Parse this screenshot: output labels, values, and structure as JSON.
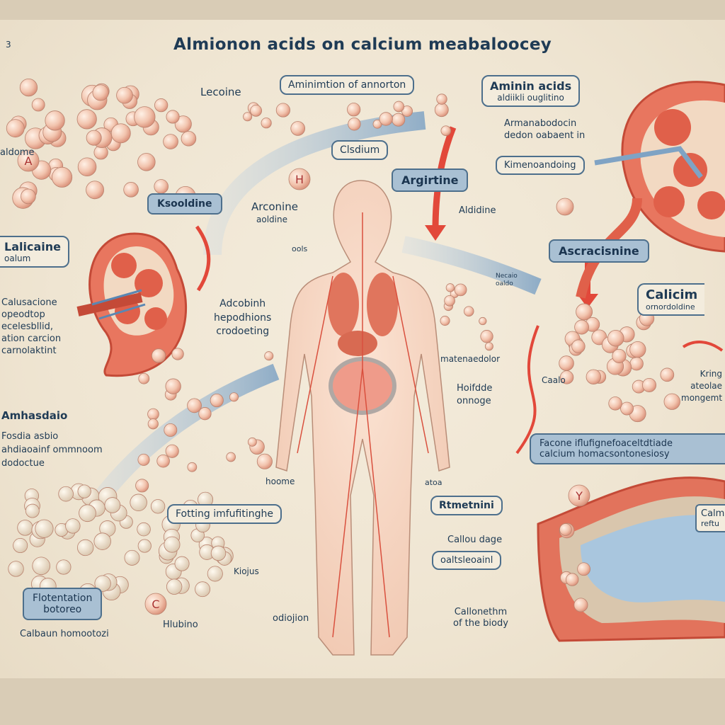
{
  "page_number": "3",
  "title": "Almionon acids    on calcium meabaloocey",
  "colors": {
    "paper": "#efe5d2",
    "ink": "#1f3b55",
    "organ_red": "#e0604a",
    "box_blue": "#a9c0d3",
    "arrow_blue": "#8fb0cb",
    "arrow_red": "#e2483a"
  },
  "labels": {
    "leucine": "Lecoine",
    "amin_annotation": "Aminimtion of annorton",
    "amino_acids_title": "Aminin acids",
    "amino_acids_sub": "aldiikli ouglitino",
    "aminoab_1": "Armanabodocin",
    "aminoab_2": "dedon oabaent in",
    "kidney_box": "Kimenoandoing",
    "calcium_box": "Clsdium",
    "arginine": "Argirtine",
    "kscoidine": "Ksooldine",
    "arconine": "Arconine",
    "arconine_sub": "aoldine",
    "aldiine": "Aldidine",
    "asc": "Ascracisnine",
    "adome": "aldome",
    "lalicaine": "Lalicaine",
    "lalicaine_sub": "oalum",
    "left_para": [
      "Calusacione",
      "opeodtop",
      "ecelesbllid,",
      "ation carcion",
      "carnolaktint"
    ],
    "adcobinh": [
      "Adcobinh",
      "hepodhions",
      "crodoeting"
    ],
    "cols": "ools",
    "mid_small": [
      "Necaio",
      "oaldo"
    ],
    "calicim": "Calicim",
    "calicim_sub": "ornordoldine",
    "metabo": "matenaedolor",
    "hofdde": [
      "Hoifdde",
      "onnoge"
    ],
    "coalo": "Caalo",
    "kring": [
      "Kring",
      "ateolae",
      "mongemt"
    ],
    "amhasdalo": "Amhasdaio",
    "amh_para": [
      "Fosdia asbio",
      "ahdiaoainf ommnoom",
      "dodoctue"
    ],
    "factors_box": [
      "Facone iflufignefoaceltdtiade",
      "calcium homacsontonesiosy"
    ],
    "hoome": "hoome",
    "atoa": "atoa",
    "fotting": "Fotting imfufitinghe",
    "rtmetnin": "Rtmetnini",
    "callou": "Callou dage",
    "calts_box": "oaltsleoainl",
    "calloneth": [
      "Callonethm",
      "of the biody"
    ],
    "flot_box": [
      "Flotentation",
      "botoreo"
    ],
    "calbaun": "Calbaun homootozi",
    "hlubino": "Hlubino",
    "kiojus": "Kiojus",
    "odiojion": "odiojion",
    "calm_box": [
      "Calm",
      "reftu"
    ],
    "letter_a": "A",
    "letter_h": "H",
    "letter_c": "C",
    "letter_y": "Y"
  }
}
